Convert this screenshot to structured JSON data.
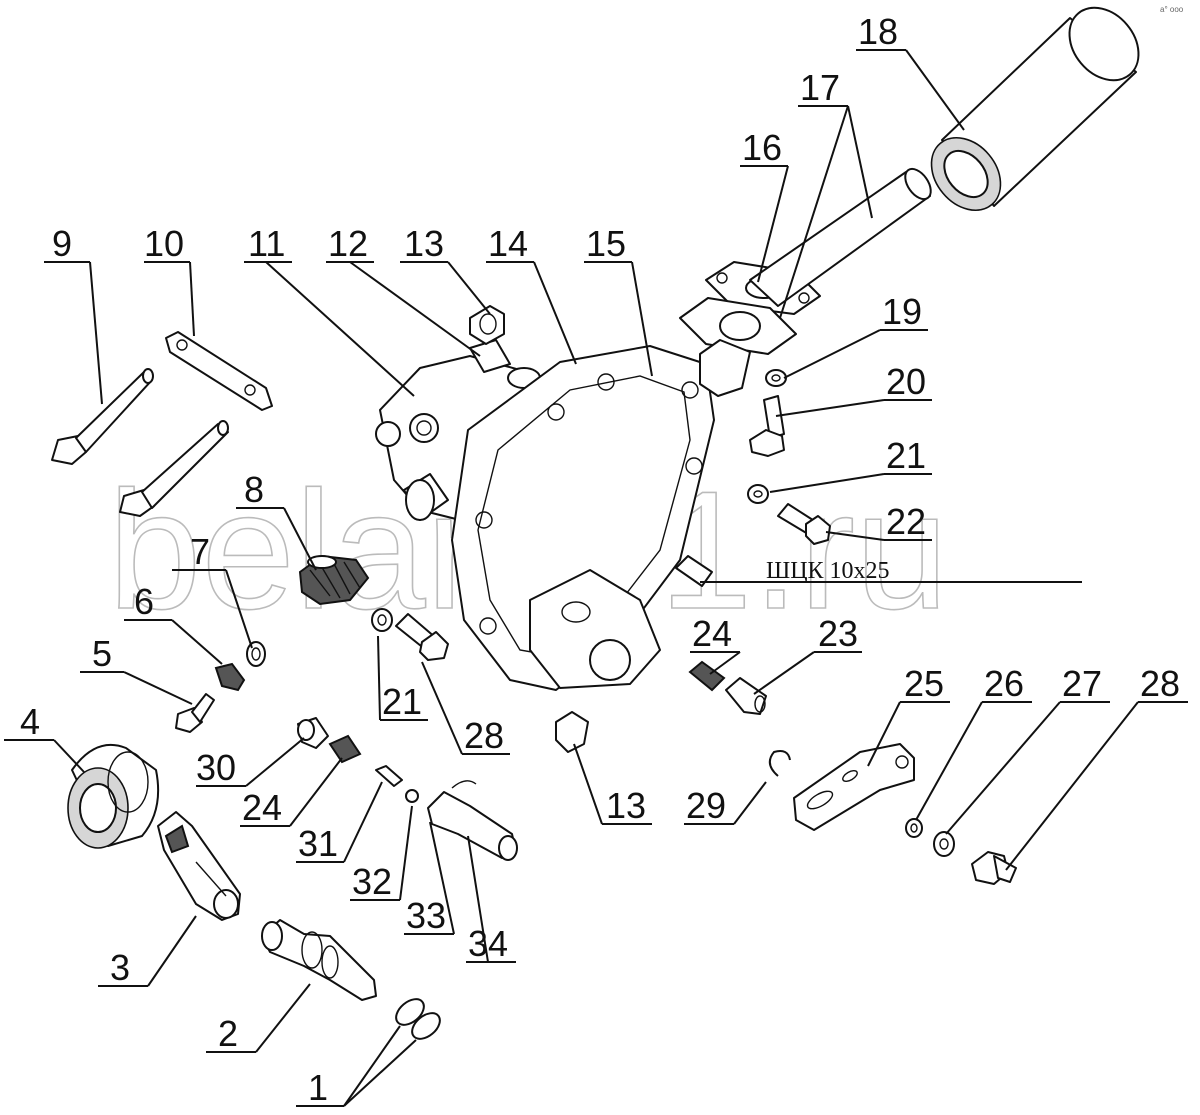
{
  "watermark": "belarus1.ru",
  "corner_mark": "a° ooo",
  "code_label": "ШЦК 10х25",
  "labels": [
    "1",
    "2",
    "3",
    "4",
    "5",
    "6",
    "7",
    "8",
    "9",
    "10",
    "11",
    "12",
    "13",
    "14",
    "15",
    "16",
    "17",
    "18",
    "19",
    "20",
    "21",
    "22",
    "23",
    "24",
    "25",
    "26",
    "27",
    "28",
    "29",
    "30",
    "31",
    "32",
    "33",
    "34"
  ]
}
